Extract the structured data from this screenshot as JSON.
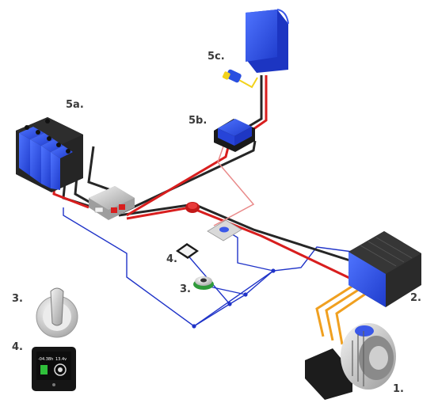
{
  "labels": {
    "alternator": "1.",
    "charger": "2.",
    "switch_large": "3.",
    "switch_small": "3.",
    "display_large": "4.",
    "display_small": "4.",
    "battery_bank": "5a.",
    "distribution": "5b.",
    "shore_charger": "5c."
  },
  "display_screen": {
    "reading_left": "-04.38h",
    "reading_right": "13.4v"
  },
  "colors": {
    "equipment_blue": "#2a4fe0",
    "positive_cable": "#d81e1e",
    "negative_cable": "#222222",
    "signal_wire": "#1f33c8",
    "field_wire": "#f0a020",
    "shore_wire": "#f2d21c"
  }
}
